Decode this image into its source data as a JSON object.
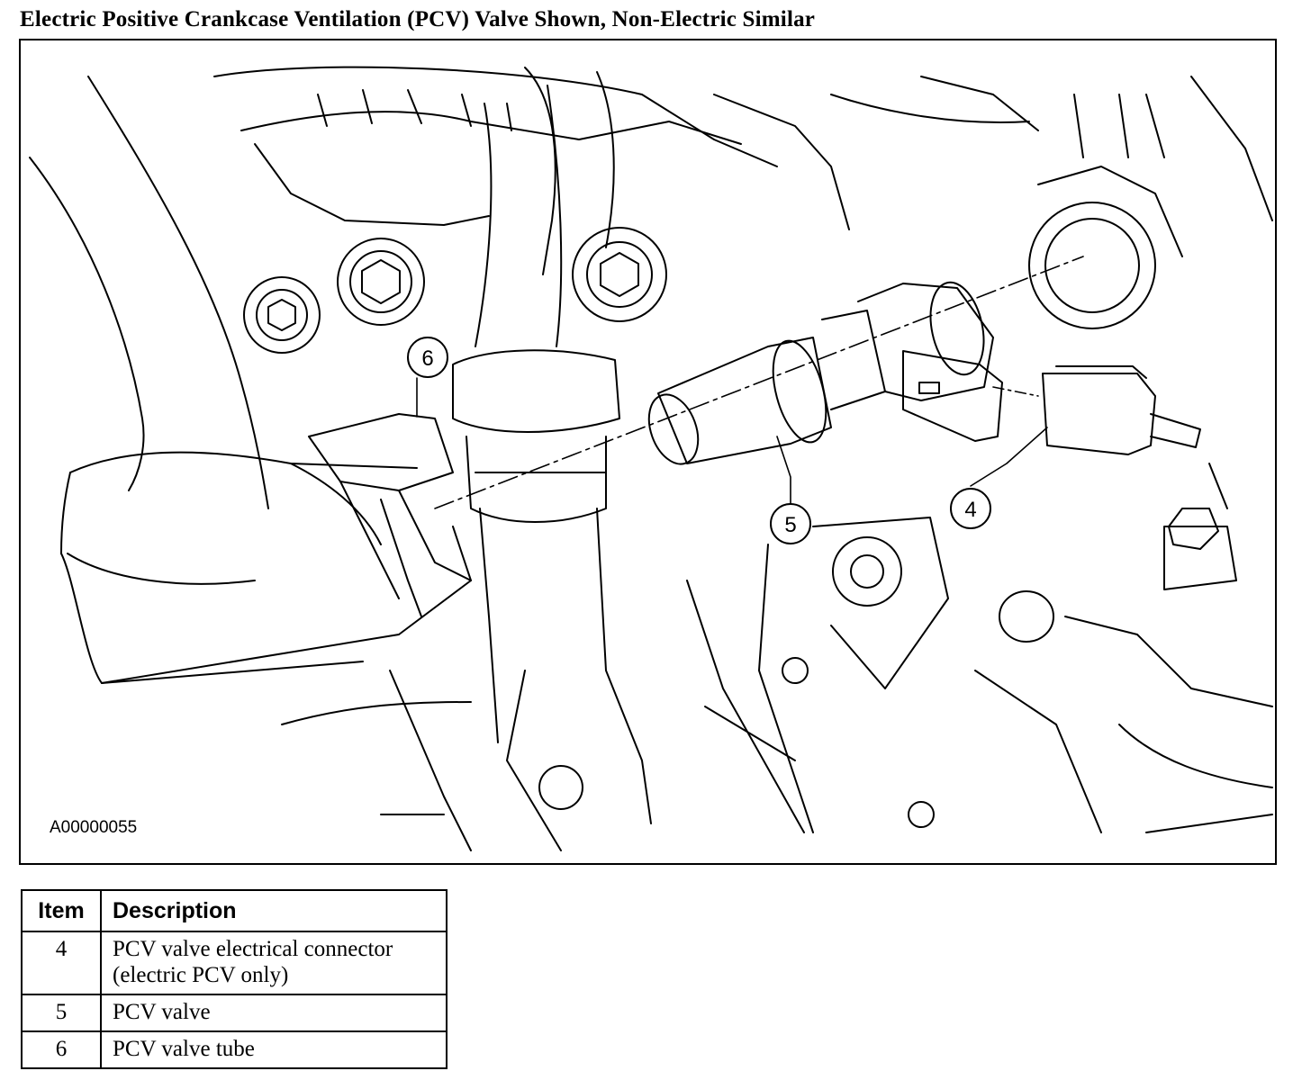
{
  "title": "Electric Positive Crankcase Ventilation (PCV) Valve Shown, Non-Electric Similar",
  "figure": {
    "id": "A00000055",
    "callouts": [
      "6",
      "5",
      "4"
    ]
  },
  "legend": {
    "headers": {
      "item": "Item",
      "description": "Description"
    },
    "rows": [
      {
        "item": "4",
        "description": "PCV valve electrical connector (electric PCV only)"
      },
      {
        "item": "5",
        "description": "PCV valve"
      },
      {
        "item": "6",
        "description": "PCV valve tube"
      }
    ]
  }
}
